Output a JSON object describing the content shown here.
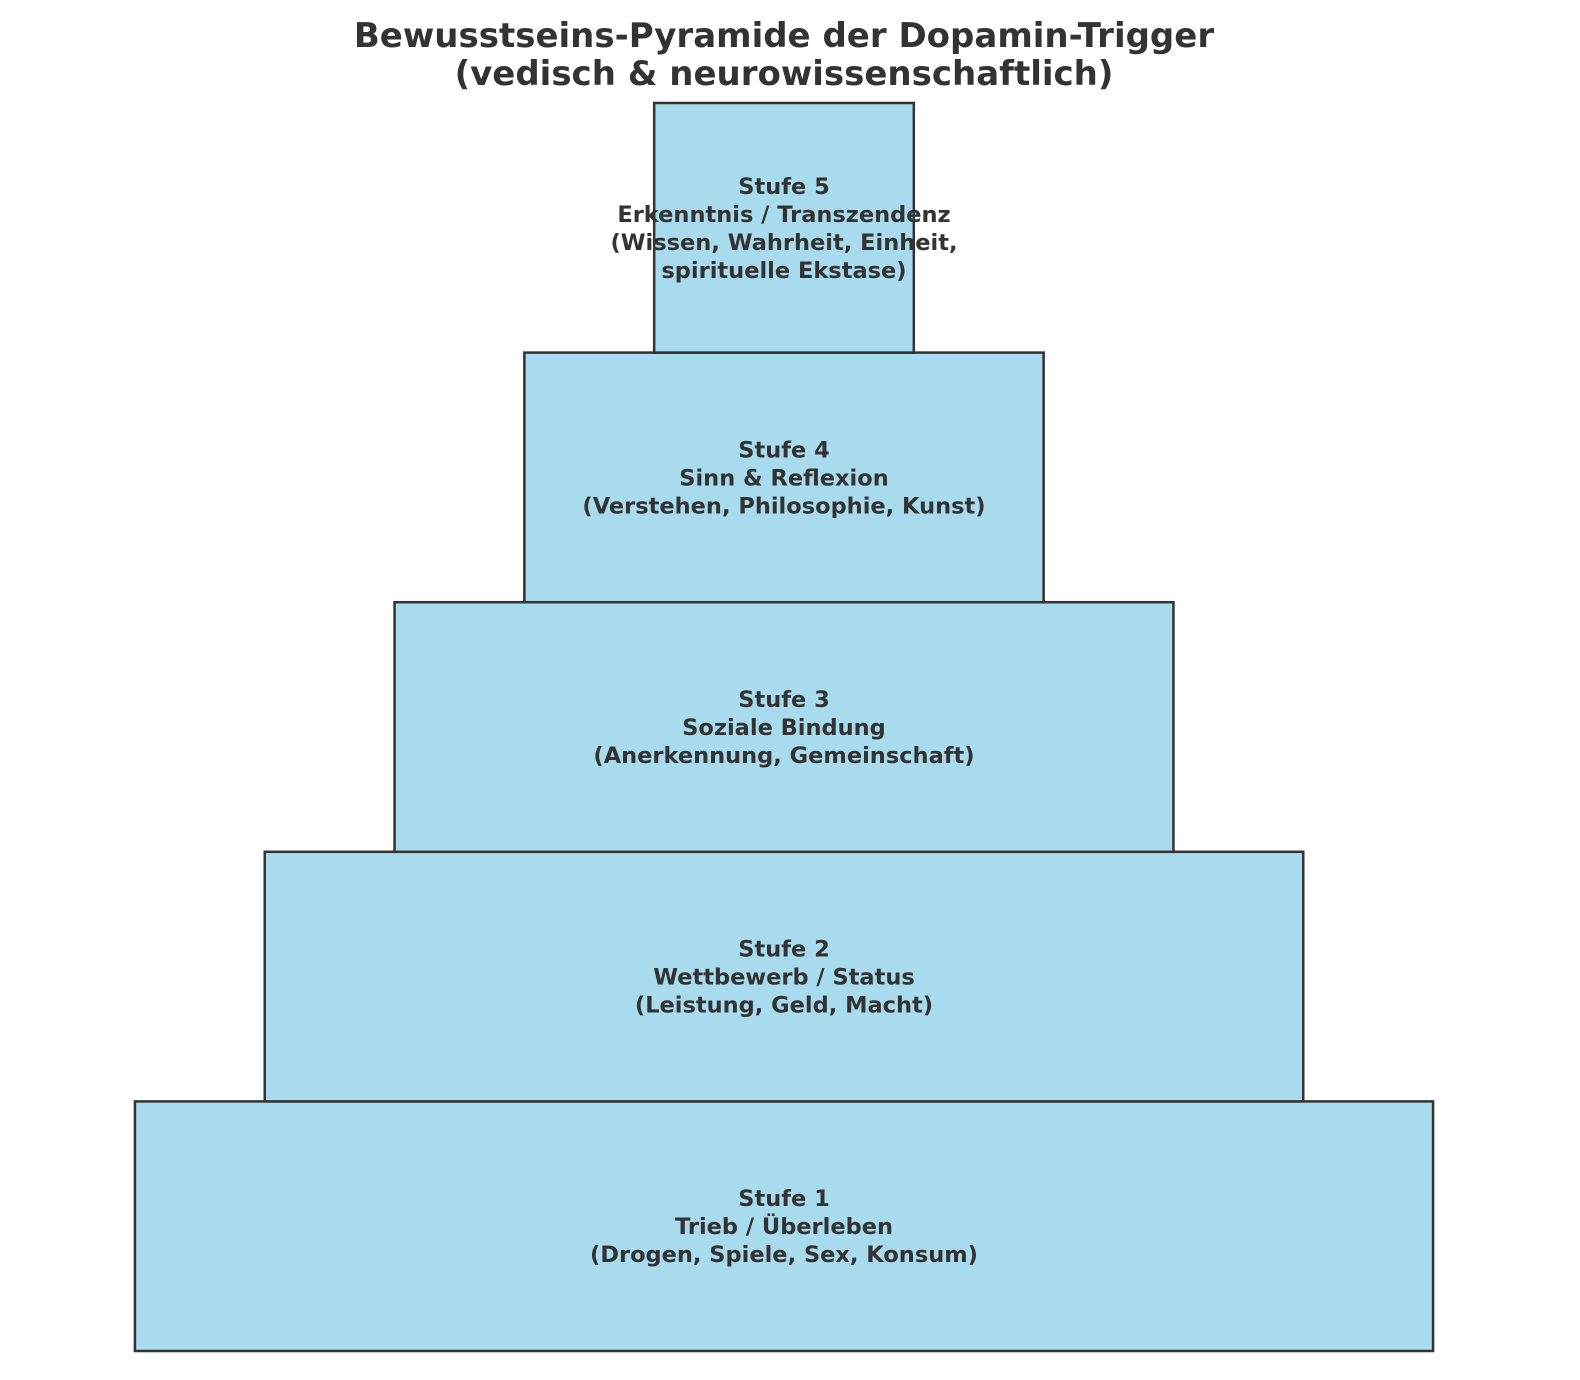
{
  "chart_data": {
    "type": "bar",
    "orientation": "horizontal-centered-pyramid",
    "title": "Bewusstseins-Pyramide der Dopamin-Trigger\n(vedisch & neurowissenschaftlich)",
    "title_lines": [
      "Bewusstseins-Pyramide der Dopamin-Trigger",
      "(vedisch & neurowissenschaftlich)"
    ],
    "xlabel": "",
    "ylabel": "",
    "axes_visible": false,
    "grid": false,
    "legend": "none",
    "fill_color": "#a8dbee",
    "edge_color": "#333333",
    "text_color": "#333333",
    "categories": [
      "Stufe 1",
      "Stufe 2",
      "Stufe 3",
      "Stufe 4",
      "Stufe 5"
    ],
    "values": [
      5,
      4,
      3,
      2,
      1
    ],
    "xlim": [
      -2.7,
      2.7
    ],
    "ylim": [
      0,
      5
    ],
    "levels": [
      {
        "level": 1,
        "width": 5,
        "lines": [
          "Stufe 1",
          "Trieb / Überleben",
          "(Drogen, Spiele, Sex, Konsum)"
        ]
      },
      {
        "level": 2,
        "width": 4,
        "lines": [
          "Stufe 2",
          "Wettbewerb / Status",
          "(Leistung, Geld, Macht)"
        ]
      },
      {
        "level": 3,
        "width": 3,
        "lines": [
          "Stufe 3",
          "Soziale Bindung",
          "(Anerkennung, Gemeinschaft)"
        ]
      },
      {
        "level": 4,
        "width": 2,
        "lines": [
          "Stufe 4",
          "Sinn & Reflexion",
          "(Verstehen, Philosophie, Kunst)"
        ]
      },
      {
        "level": 5,
        "width": 1,
        "lines": [
          "Stufe 5",
          "Erkenntnis / Transzendenz",
          "(Wissen, Wahrheit, Einheit,",
          "spirituelle Ekstase)"
        ]
      }
    ]
  }
}
